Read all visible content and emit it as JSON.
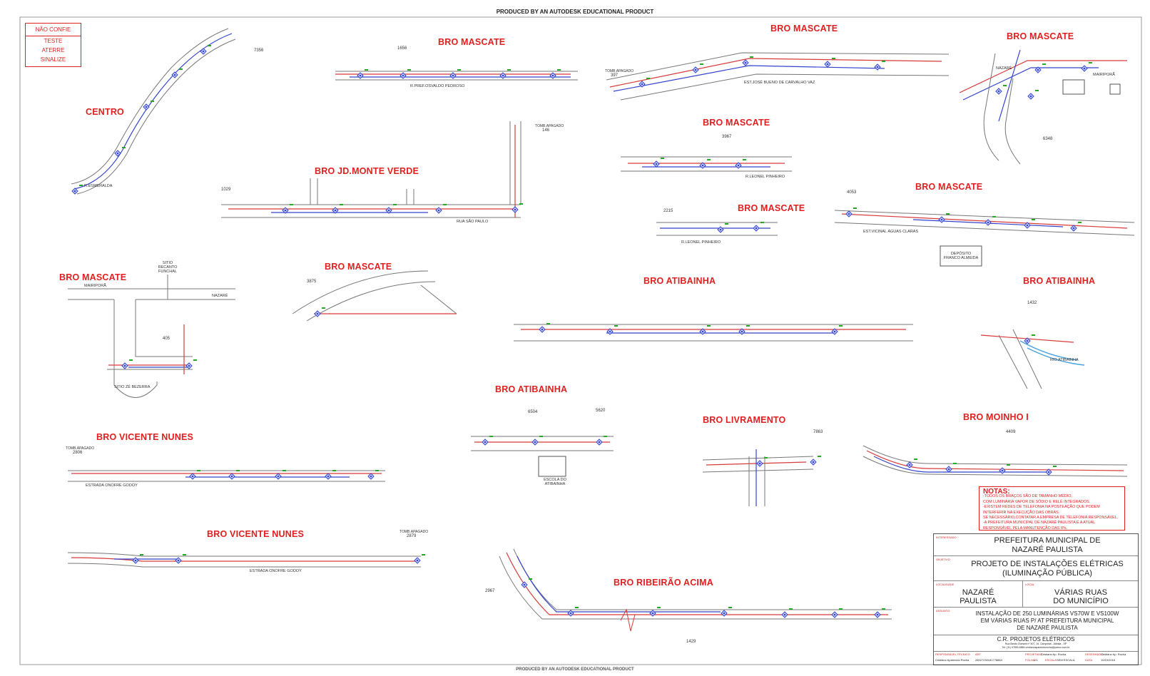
{
  "header": {
    "top_watermark": "PRODUCED BY AN AUTODESK EDUCATIONAL PRODUCT",
    "bottom_watermark": "PRODUCED BY AN AUTODESK EDUCATIONAL PRODUCT"
  },
  "warning_box": {
    "title": "NÃO CONFIE",
    "line1": "TESTE",
    "line2": "ATERRE",
    "line3": "SINALIZE"
  },
  "sections": {
    "centro": "CENTRO",
    "mascate_1": "BRO MASCATE",
    "mascate_2": "BRO MASCATE",
    "mascate_3": "BRO MASCATE",
    "mascate_4": "BRO MASCATE",
    "mascate_5": "BRO MASCATE",
    "mascate_6": "BRO MASCATE",
    "mascate_7": "BRO MASCATE",
    "mascate_8": "BRO MASCATE",
    "monte_verde": "BRO JD.MONTE VERDE",
    "atibainha_1": "BRO ATIBAINHA",
    "atibainha_2": "BRO ATIBAINHA",
    "atibainha_3": "BRO ATIBAINHA",
    "vicente_1": "BRO VICENTE NUNES",
    "vicente_2": "BRO VICENTE NUNES",
    "livramento": "BRO LIVRAMENTO",
    "moinho": "BRO MOINHO I",
    "ribeirao": "BRO RIBEIRÃO ACIMA"
  },
  "streets": {
    "osvaldo": "R.PREF.OSVALDO PEDROSO",
    "jose_bueno": "EST.JOSÉ BUENO DE CARVALHO VAZ",
    "leonel_1": "R.LEONEL PINHEIRO",
    "leonel_2": "R.LEONEL PINHEIRO",
    "sao_paulo": "RUA SÃO PAULO",
    "aguas_claras": "EST.VICINAL ÁGUAS CLARAS",
    "onofre_1": "ESTRADA ONOFRE GODOY",
    "onofre_2": "ESTRADA ONOFRE GODOY",
    "mairipora_1": "MAIRIPORÃ",
    "mairipora_2": "MAIRIPORÃ",
    "nazare_1": "NAZARÉ",
    "nazare_2": "NAZARÉ",
    "esmeralda": "R.ESMERALDA",
    "sitio_recanto": "SITIO RECANTO FUNCHAL",
    "sitio_ze": "SITIO ZÉ BEZERRA",
    "rio_atibainha": "RIO ATIBAINHA",
    "escola": "ESCOLA DO ATIBAINHA",
    "deposito": "DEPÓSITO FRANCO ALMEIDA"
  },
  "notes": {
    "title": "NOTAS:",
    "n1": "-TODOS OS BRAÇOS SÃO DE TAMANHO MÉDIO,",
    "n2": "COM LUMINÁRIA VAPOR DE SÓDIO E RELÉ INTEGRADOS.",
    "n3": "-EXISTEM REDES DE TELEFONIA NA POSTEAÇÃO QUE PODEM",
    "n4": "INTERFERIR NA EXECUÇÃO DAS OBRAS.",
    "n5": "SE NECESSÁRIO,CONTATAR A EMPRESA DE TELEFONIA RESPONSÁVEL.",
    "n6": "-A PREFEITURA MUNICIPAL DE NAZARÉ PAULISTA É A ATUAL",
    "n7": "RESPONSÁVEL PELA MANUTENÇÃO DAS IPs."
  },
  "title_block": {
    "l_interessado": "INTERESSADO",
    "prefeitura_1": "PREFEITURA MUNICIPAL DE",
    "prefeitura_2": "NAZARÉ PAULISTA",
    "l_objetivo": "OBJETIVO",
    "projeto_1": "PROJETO DE INSTALAÇÕES ELÉTRICAS",
    "projeto_2": "(ILUMINAÇÃO PÚBLICA)",
    "l_localidade": "LOCALIDADE",
    "local_1": "NAZARÉ",
    "local_2": "PAULISTA",
    "l_local": "LOCAL",
    "ruas_1": "VÁRIAS RUAS",
    "ruas_2": "DO MUNICÍPIO",
    "l_assunto": "ASSUNTO",
    "assunto_1": "INSTALAÇÃO DE 250 LUMINÁRIAS VS70W E VS100W",
    "assunto_2": "EM VÁRIAS RUAS P/ AT PREFEITURA MUNICIPAL",
    "assunto_3": "DE NAZARÉ PAULISTA",
    "empresa": "C.R. PROJETOS ELÉTRICOS",
    "endereco": "Rua Benito Dumont nº 507, Jd. Campinas - Atibaia - SP",
    "contato": "Tel: (11) 97893-6884  cristianoaparecidorocha@yahoo.com.br",
    "l_responsavel": "RESPONSÁVEL TÉCNICO",
    "responsavel": "Cristiano Aparecido Rocha",
    "l_art": "ART",
    "art": "28027230181778884",
    "l_projetado": "PROJETADO",
    "projetado": "Cristiano Ap. Rocha",
    "l_desenhado": "DESENHADO",
    "desenhado": "Cristiano Ap. Rocha",
    "l_folha": "FOLHA",
    "folha": "1/1",
    "l_escala": "ESCALA",
    "escala": "SEM ESCALA",
    "l_data": "DATA",
    "data": "10/10/2016"
  },
  "labels": {
    "tomb1": "TOMB.APAGADO",
    "tomb1_n": "397",
    "tomb2": "TOMB.APAGADO",
    "tomb2_n": "146",
    "tomb3": "TOMB.APAGADO",
    "tomb3_n": "2806",
    "tomb4": "TOMB.APAGADO",
    "tomb4_n": "2879",
    "n7356": "7356",
    "n1656": "1656",
    "n1029": "1029",
    "n3967": "3967",
    "n2215": "2215",
    "n4053": "4053",
    "n3875": "3875",
    "n6348": "6348",
    "n405": "405",
    "n1432": "1432",
    "n6504": "6504",
    "n5620": "5620",
    "n7863": "7863",
    "n4409": "4409",
    "n2967": "2967",
    "n1429": "1429"
  },
  "colors": {
    "title_red": "#e02020",
    "line_blue": "#3344cc",
    "line_red": "#d83a3a",
    "line_gray": "#777777",
    "pole_green": "#22aa22"
  }
}
